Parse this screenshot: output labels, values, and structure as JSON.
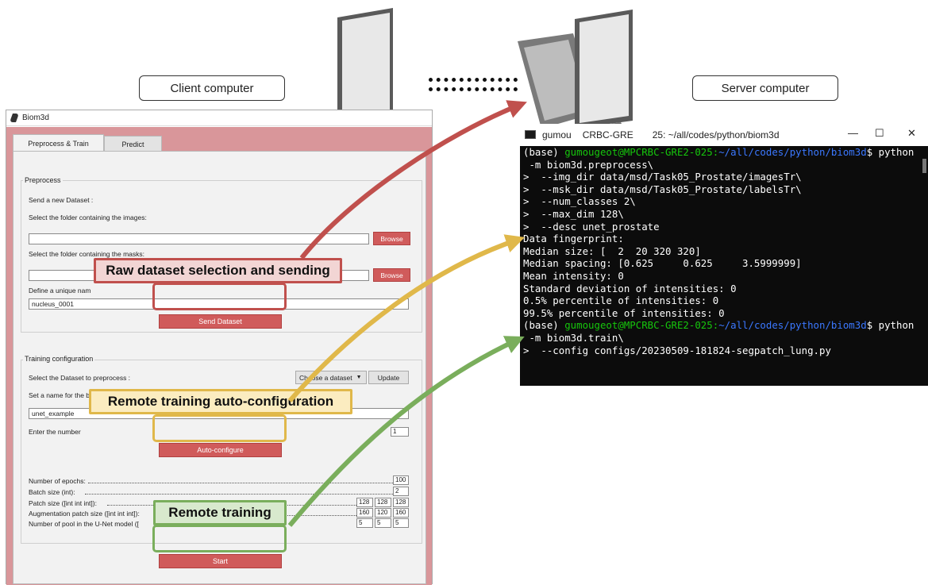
{
  "labels": {
    "client": "Client computer",
    "server": "Server computer"
  },
  "callouts": {
    "raw_dataset": "Raw dataset selection and sending",
    "auto_config": "Remote training auto-configuration",
    "remote_training": "Remote training"
  },
  "colors": {
    "red": "#c0504d",
    "yellow": "#e0b84a",
    "green": "#7aae5c",
    "red_fill": "#f2d5d4",
    "yellow_fill": "#fbecc0",
    "green_fill": "#d8e9cd",
    "button": "#d05b5b",
    "window_bg": "#d9969a"
  },
  "client_app": {
    "title": "Biom3d",
    "tabs": [
      "Preprocess & Train",
      "Predict"
    ],
    "preprocess": {
      "group_title": "Preprocess",
      "send_label": "Send a new Dataset :",
      "images_label": "Select the folder containing the images:",
      "masks_label": "Select the folder containing the masks:",
      "name_label": "Define a unique nam",
      "name_value": "nucleus_0001",
      "browse": "Browse",
      "send_button": "Send Dataset"
    },
    "training": {
      "group_title": "Training configuration",
      "select_label": "Select the Dataset to preprocess :",
      "dataset_select": "Choose a dataset",
      "update_button": "Update",
      "builder_label": "Set a name for the builder folder (folder containing your future model):",
      "builder_value": "unet_example",
      "enter_label": "Enter the number",
      "enter_value": "1",
      "autoconf_button": "Auto-configure",
      "params": [
        {
          "label": "Number of epochs:",
          "values": [
            "100"
          ]
        },
        {
          "label": "Batch size (int):",
          "values": [
            "2"
          ]
        },
        {
          "label": "Patch size ([int int int]):",
          "values": [
            "128",
            "128",
            "128"
          ]
        },
        {
          "label": "Augmentation patch size ([int int int]):",
          "values": [
            "160",
            "120",
            "160"
          ]
        },
        {
          "label": "Number of pool in the U-Net model ([",
          "values": [
            "5",
            "5",
            "5"
          ]
        }
      ],
      "start_button": "Start"
    }
  },
  "terminal": {
    "title_left": "gumou",
    "title_right": "25: ~/all/codes/python/biom3d",
    "title_mid": "CRBC-GRE",
    "prompt1_base": "(base) ",
    "prompt1_user": "gumougeot@",
    "prompt1_host": "MPCRBC-GRE2-025:",
    "prompt1_path": "~/all/codes/python/biom3d",
    "prompt1_cmd": "$ python",
    "lines1": [
      " -m biom3d.preprocess\\",
      ">  --img_dir data/msd/Task05_Prostate/imagesTr\\",
      ">  --msk_dir data/msd/Task05_Prostate/labelsTr\\",
      ">  --num_classes 2\\",
      ">  --max_dim 128\\",
      ">  --desc unet_prostate",
      "Data fingerprint:",
      "Median size: [  2  20 320 320]",
      "Median spacing: [0.625     0.625     3.5999999]",
      "Mean intensity: 0",
      "Standard deviation of intensities: 0",
      "0.5% percentile of intensities: 0",
      "99.5% percentile of intensities: 0"
    ],
    "prompt2_base": "(base) ",
    "prompt2_user": "gumougeot@",
    "prompt2_host": "MPCRBC-GRE2-025:",
    "prompt2_path": "~/all/codes/python/biom3d",
    "prompt2_cmd": "$ python",
    "lines2": [
      " -m biom3d.train\\",
      ">  --config configs/20230509-181824-segpatch_lung.py"
    ]
  }
}
